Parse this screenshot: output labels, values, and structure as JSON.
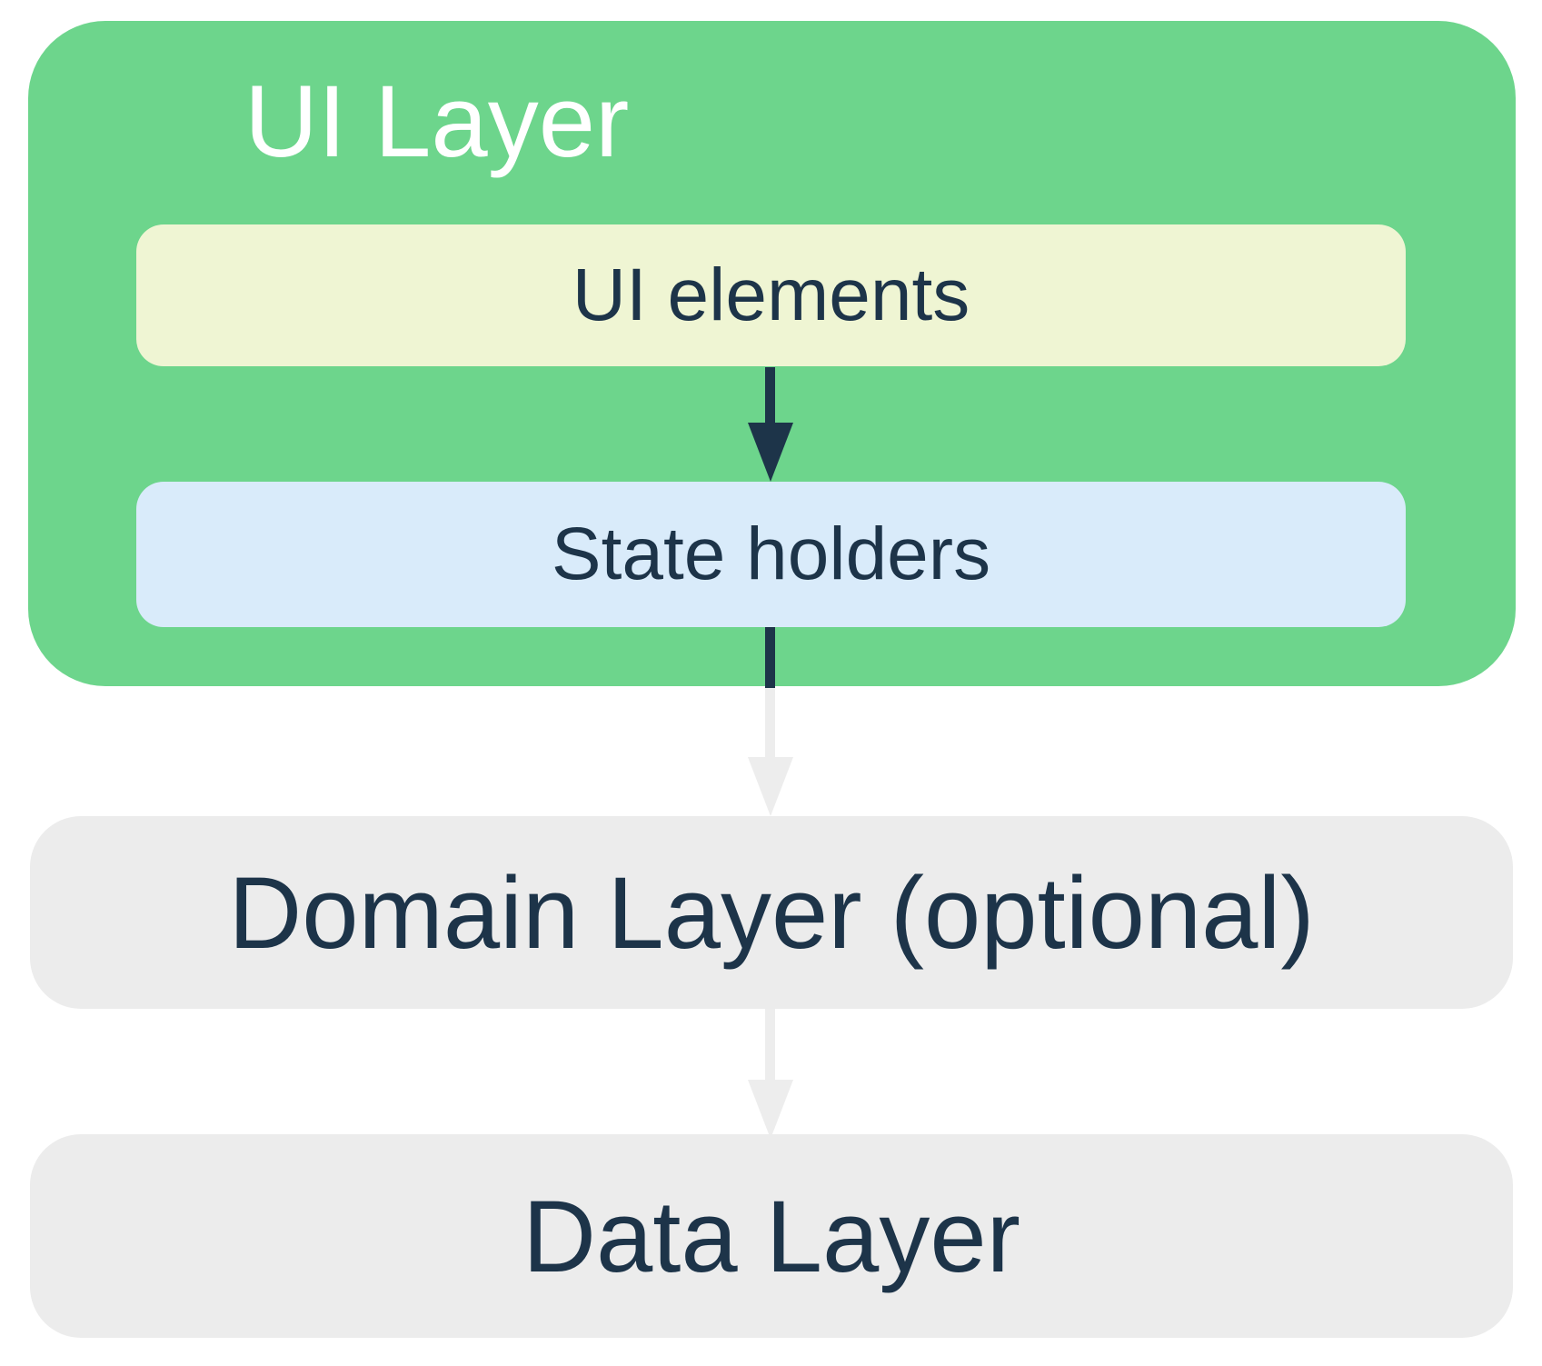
{
  "colors": {
    "page_bg": "#ffffff",
    "ui_layer_bg": "#6dd58c",
    "ui_elements_bg": "#eff5d3",
    "state_holders_bg": "#d9ebfa",
    "gray_box_bg": "#ececec",
    "gray_arrow": "#ededed",
    "navy": "#1d3449",
    "title_text": "#ffffff"
  },
  "diagram": {
    "ui_layer": {
      "title": "UI Layer",
      "children": [
        {
          "label": "UI elements"
        },
        {
          "label": "State holders"
        }
      ]
    },
    "domain_layer": {
      "title": "Domain Layer (optional)"
    },
    "data_layer": {
      "title": "Data Layer"
    }
  }
}
